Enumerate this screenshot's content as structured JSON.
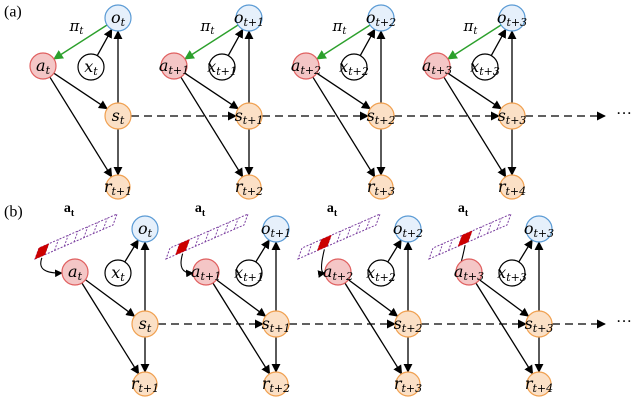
{
  "panels": [
    {
      "label": "(a)",
      "has_action_seq": false
    },
    {
      "label": "(b)",
      "has_action_seq": true
    }
  ],
  "steps": [
    {
      "a": "t",
      "x": "t",
      "o": "t",
      "s": "t",
      "r": "t+1"
    },
    {
      "a": "t+1",
      "x": "t+1",
      "o": "t+1",
      "s": "t+1",
      "r": "t+2"
    },
    {
      "a": "t+2",
      "x": "t+2",
      "o": "t+2",
      "s": "t+2",
      "r": "t+3"
    },
    {
      "a": "t+3",
      "x": "t+3",
      "o": "t+3",
      "s": "t+3",
      "r": "t+4"
    }
  ],
  "symbols": {
    "a": "a",
    "x": "x",
    "o": "o",
    "s": "s",
    "r": "r",
    "policy": "π",
    "policy_sub": "t",
    "action_seq": "a",
    "action_seq_sub": "t",
    "ellipsis": "···"
  },
  "colors": {
    "action_fill": "#f4c6c6",
    "action_stroke": "#e06060",
    "obs_fill": "#e6f0fb",
    "obs_stroke": "#5b9bd5",
    "state_fill": "#fbe0c6",
    "state_stroke": "#f0a050",
    "latent_fill": "#ffffff",
    "latent_stroke": "#000000",
    "policy_arrow": "#2ca02c",
    "seq_stroke": "#7b3fa0",
    "seq_mark": "#cc0000"
  }
}
